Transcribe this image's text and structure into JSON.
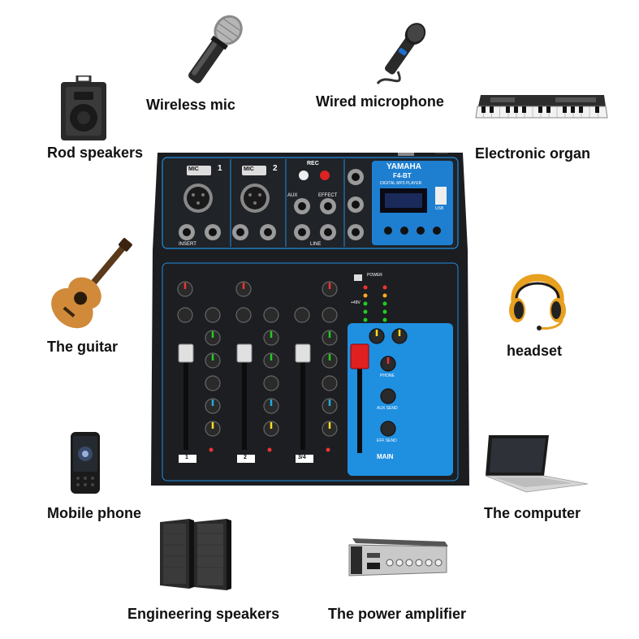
{
  "labels": {
    "wireless_mic": "Wireless mic",
    "wired_microphone": "Wired microphone",
    "rod_speakers": "Rod speakers",
    "electronic_organ": "Electronic organ",
    "the_guitar": "The guitar",
    "headset": "headset",
    "mobile_phone": "Mobile phone",
    "the_computer": "The computer",
    "engineering_speakers": "Engineering speakers",
    "the_power_amplifier": "The power amplifier"
  },
  "mixer": {
    "brand": "YAMAHA",
    "model": "F4-BT",
    "player_label": "DIGITAL MP3 PLAYER",
    "mic1": "MIC",
    "mic1_num": "1",
    "mic2": "MIC",
    "mic2_num": "2",
    "rec": "REC",
    "aux": "AUX",
    "effect": "EFFECT",
    "line": "LINE",
    "insert": "INSERT",
    "usb": "USB",
    "main": "MAIN",
    "ch1": "1",
    "ch2": "2",
    "ch34": "3/4",
    "phone": "PHONE",
    "aux_send": "AUX SEND",
    "eff_send": "EFF SEND",
    "power": "POWER",
    "phantom": "+48V"
  },
  "colors": {
    "accent_blue": "#1f8fe0",
    "panel_black": "#1b1d21",
    "fader_red": "#e02020"
  }
}
